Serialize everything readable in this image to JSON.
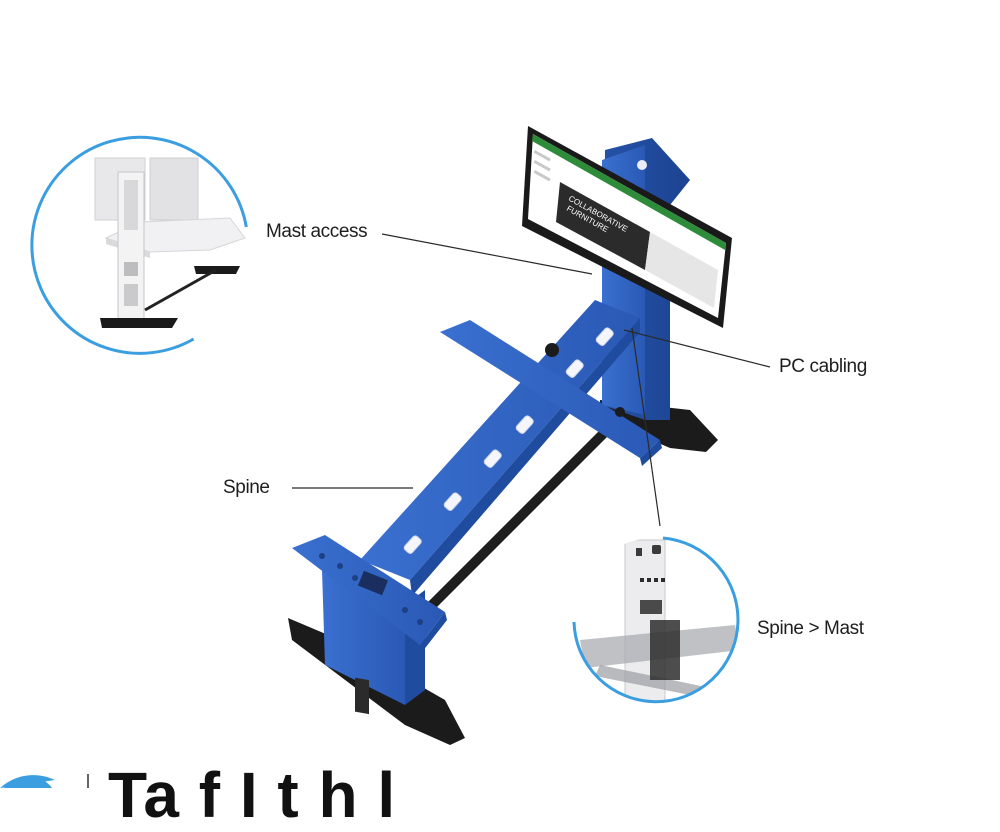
{
  "callouts": {
    "mast_access": "Mast access",
    "pc_cabling": "PC cabling",
    "spine": "Spine",
    "spine_mast": "Spine > Mast"
  },
  "screen": {
    "brand_line1": "COLLABORATIVE",
    "brand_line2": "FURNITURE"
  },
  "bottom_title": "Ta                    f  I  t h  l",
  "colors": {
    "frame_blue": "#2f63c4",
    "frame_blue_dark": "#1f4c9e",
    "feet": "#1b1b1b",
    "accent_ring": "#3a9ee0",
    "screen_green": "#2e8b3a"
  }
}
